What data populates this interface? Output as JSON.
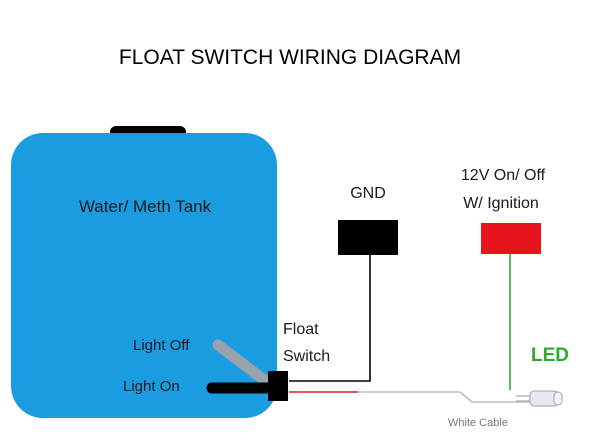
{
  "title": "FLOAT SWITCH WIRING DIAGRAM",
  "tank": {
    "label": "Water/ Meth Tank",
    "color": "#1a9ce0"
  },
  "float_switch": {
    "line1": "Float",
    "line2": "Switch"
  },
  "positions": {
    "off": "Light Off",
    "on": "Light On"
  },
  "ground": {
    "label": "GND",
    "color": "#000000"
  },
  "power": {
    "line1": "12V On/ Off",
    "line2": "W/ Ignition",
    "color": "#e8141b"
  },
  "led": {
    "label": "LED",
    "color": "#2fa830"
  },
  "cable": {
    "label": "White Cable"
  },
  "colors": {
    "wire_red": "#d92020",
    "wire_green": "#3aa53a",
    "wire_black": "#000000",
    "wire_white": "#cccccc"
  }
}
